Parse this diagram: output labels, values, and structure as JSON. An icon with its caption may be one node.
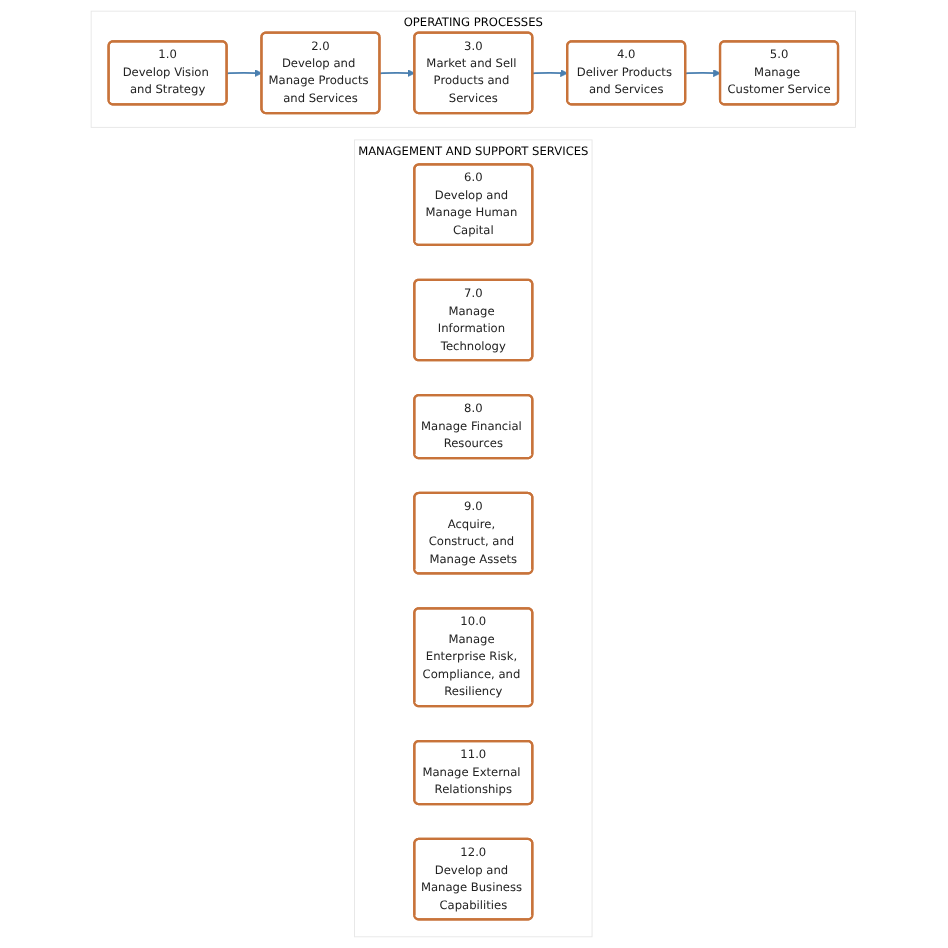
{
  "diagram": {
    "nodes": [
      {
        "text": [
          "OPERATING PROCESSES"
        ]
      },
      {
        "text": [
          "1.0",
          "Develop Vision and Strategy"
        ],
        "in": 0
      },
      {
        "text": [
          "2.0",
          "Develop and Manage Products and Services"
        ],
        "in": 0
      },
      {
        "text": [
          "3.0",
          "Market and Sell Products and Services"
        ],
        "in": 0
      },
      {
        "text": [
          "4.0",
          "Deliver Products and Services"
        ],
        "in": 0
      },
      {
        "text": [
          "5.0",
          "Manage Customer Service"
        ],
        "in": 0
      },
      {
        "text": [
          "MANAGEMENT AND SUPPORT SERVICES"
        ]
      },
      {
        "text": [
          "6.0",
          "Develop and Manage Human Capital"
        ],
        "in": 6
      },
      {
        "text": [
          "7.0",
          "Manage Information Technology"
        ],
        "in": 6
      },
      {
        "text": [
          "8.0",
          "Manage Financial Resources"
        ],
        "in": 6
      },
      {
        "text": [
          "9.0",
          "Acquire, Construct, and Manage Assets"
        ],
        "in": 6
      },
      {
        "text": [
          "10.0",
          "Manage Enterprise Risk, Compliance, and Resiliency"
        ],
        "in": 6
      },
      {
        "text": [
          "11.0",
          "Manage External Relationships"
        ],
        "in": 6
      },
      {
        "text": [
          "12.0",
          "Develop and Manage Business Capabilities"
        ],
        "in": 6
      }
    ],
    "edges": [
      {
        "from": 1,
        "to": 2,
        "arrow": "to"
      },
      {
        "from": 2,
        "to": 3,
        "arrow": "to"
      },
      {
        "from": 3,
        "to": 4,
        "arrow": "to"
      },
      {
        "from": 4,
        "to": 5,
        "arrow": "to"
      }
    ]
  }
}
